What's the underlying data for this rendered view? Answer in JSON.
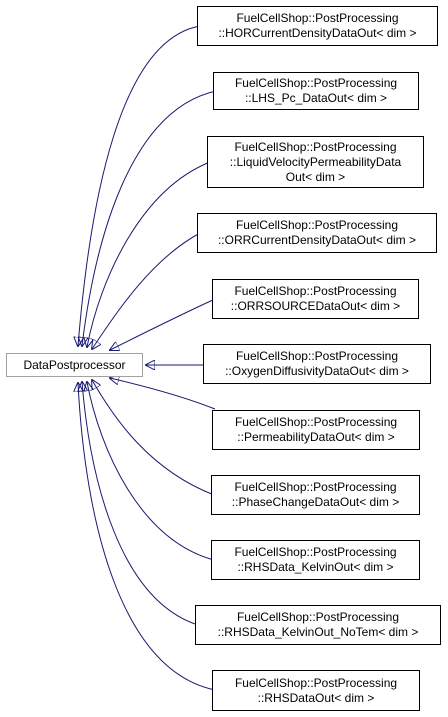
{
  "base_class": {
    "label": "DataPostprocessor"
  },
  "derived_classes": [
    {
      "line1": "FuelCellShop::PostProcessing",
      "line2": "::HORCurrentDensityDataOut< dim >"
    },
    {
      "line1": "FuelCellShop::PostProcessing",
      "line2": "::LHS_Pc_DataOut< dim >"
    },
    {
      "line1": "FuelCellShop::PostProcessing",
      "line2": "::LiquidVelocityPermeabilityData",
      "line3": "Out< dim >"
    },
    {
      "line1": "FuelCellShop::PostProcessing",
      "line2": "::ORRCurrentDensityDataOut< dim >"
    },
    {
      "line1": "FuelCellShop::PostProcessing",
      "line2": "::ORRSOURCEDataOut< dim >"
    },
    {
      "line1": "FuelCellShop::PostProcessing",
      "line2": "::OxygenDiffusivityDataOut< dim >"
    },
    {
      "line1": "FuelCellShop::PostProcessing",
      "line2": "::PermeabilityDataOut< dim >"
    },
    {
      "line1": "FuelCellShop::PostProcessing",
      "line2": "::PhaseChangeDataOut< dim >"
    },
    {
      "line1": "FuelCellShop::PostProcessing",
      "line2": "::RHSData_KelvinOut< dim >"
    },
    {
      "line1": "FuelCellShop::PostProcessing",
      "line2": "::RHSData_KelvinOut_NoTem< dim >"
    },
    {
      "line1": "FuelCellShop::PostProcessing",
      "line2": "::RHSDataOut< dim >"
    }
  ],
  "colors": {
    "edge": "#191970",
    "node_border": "#000000",
    "base_border": "#a0a0a0"
  }
}
